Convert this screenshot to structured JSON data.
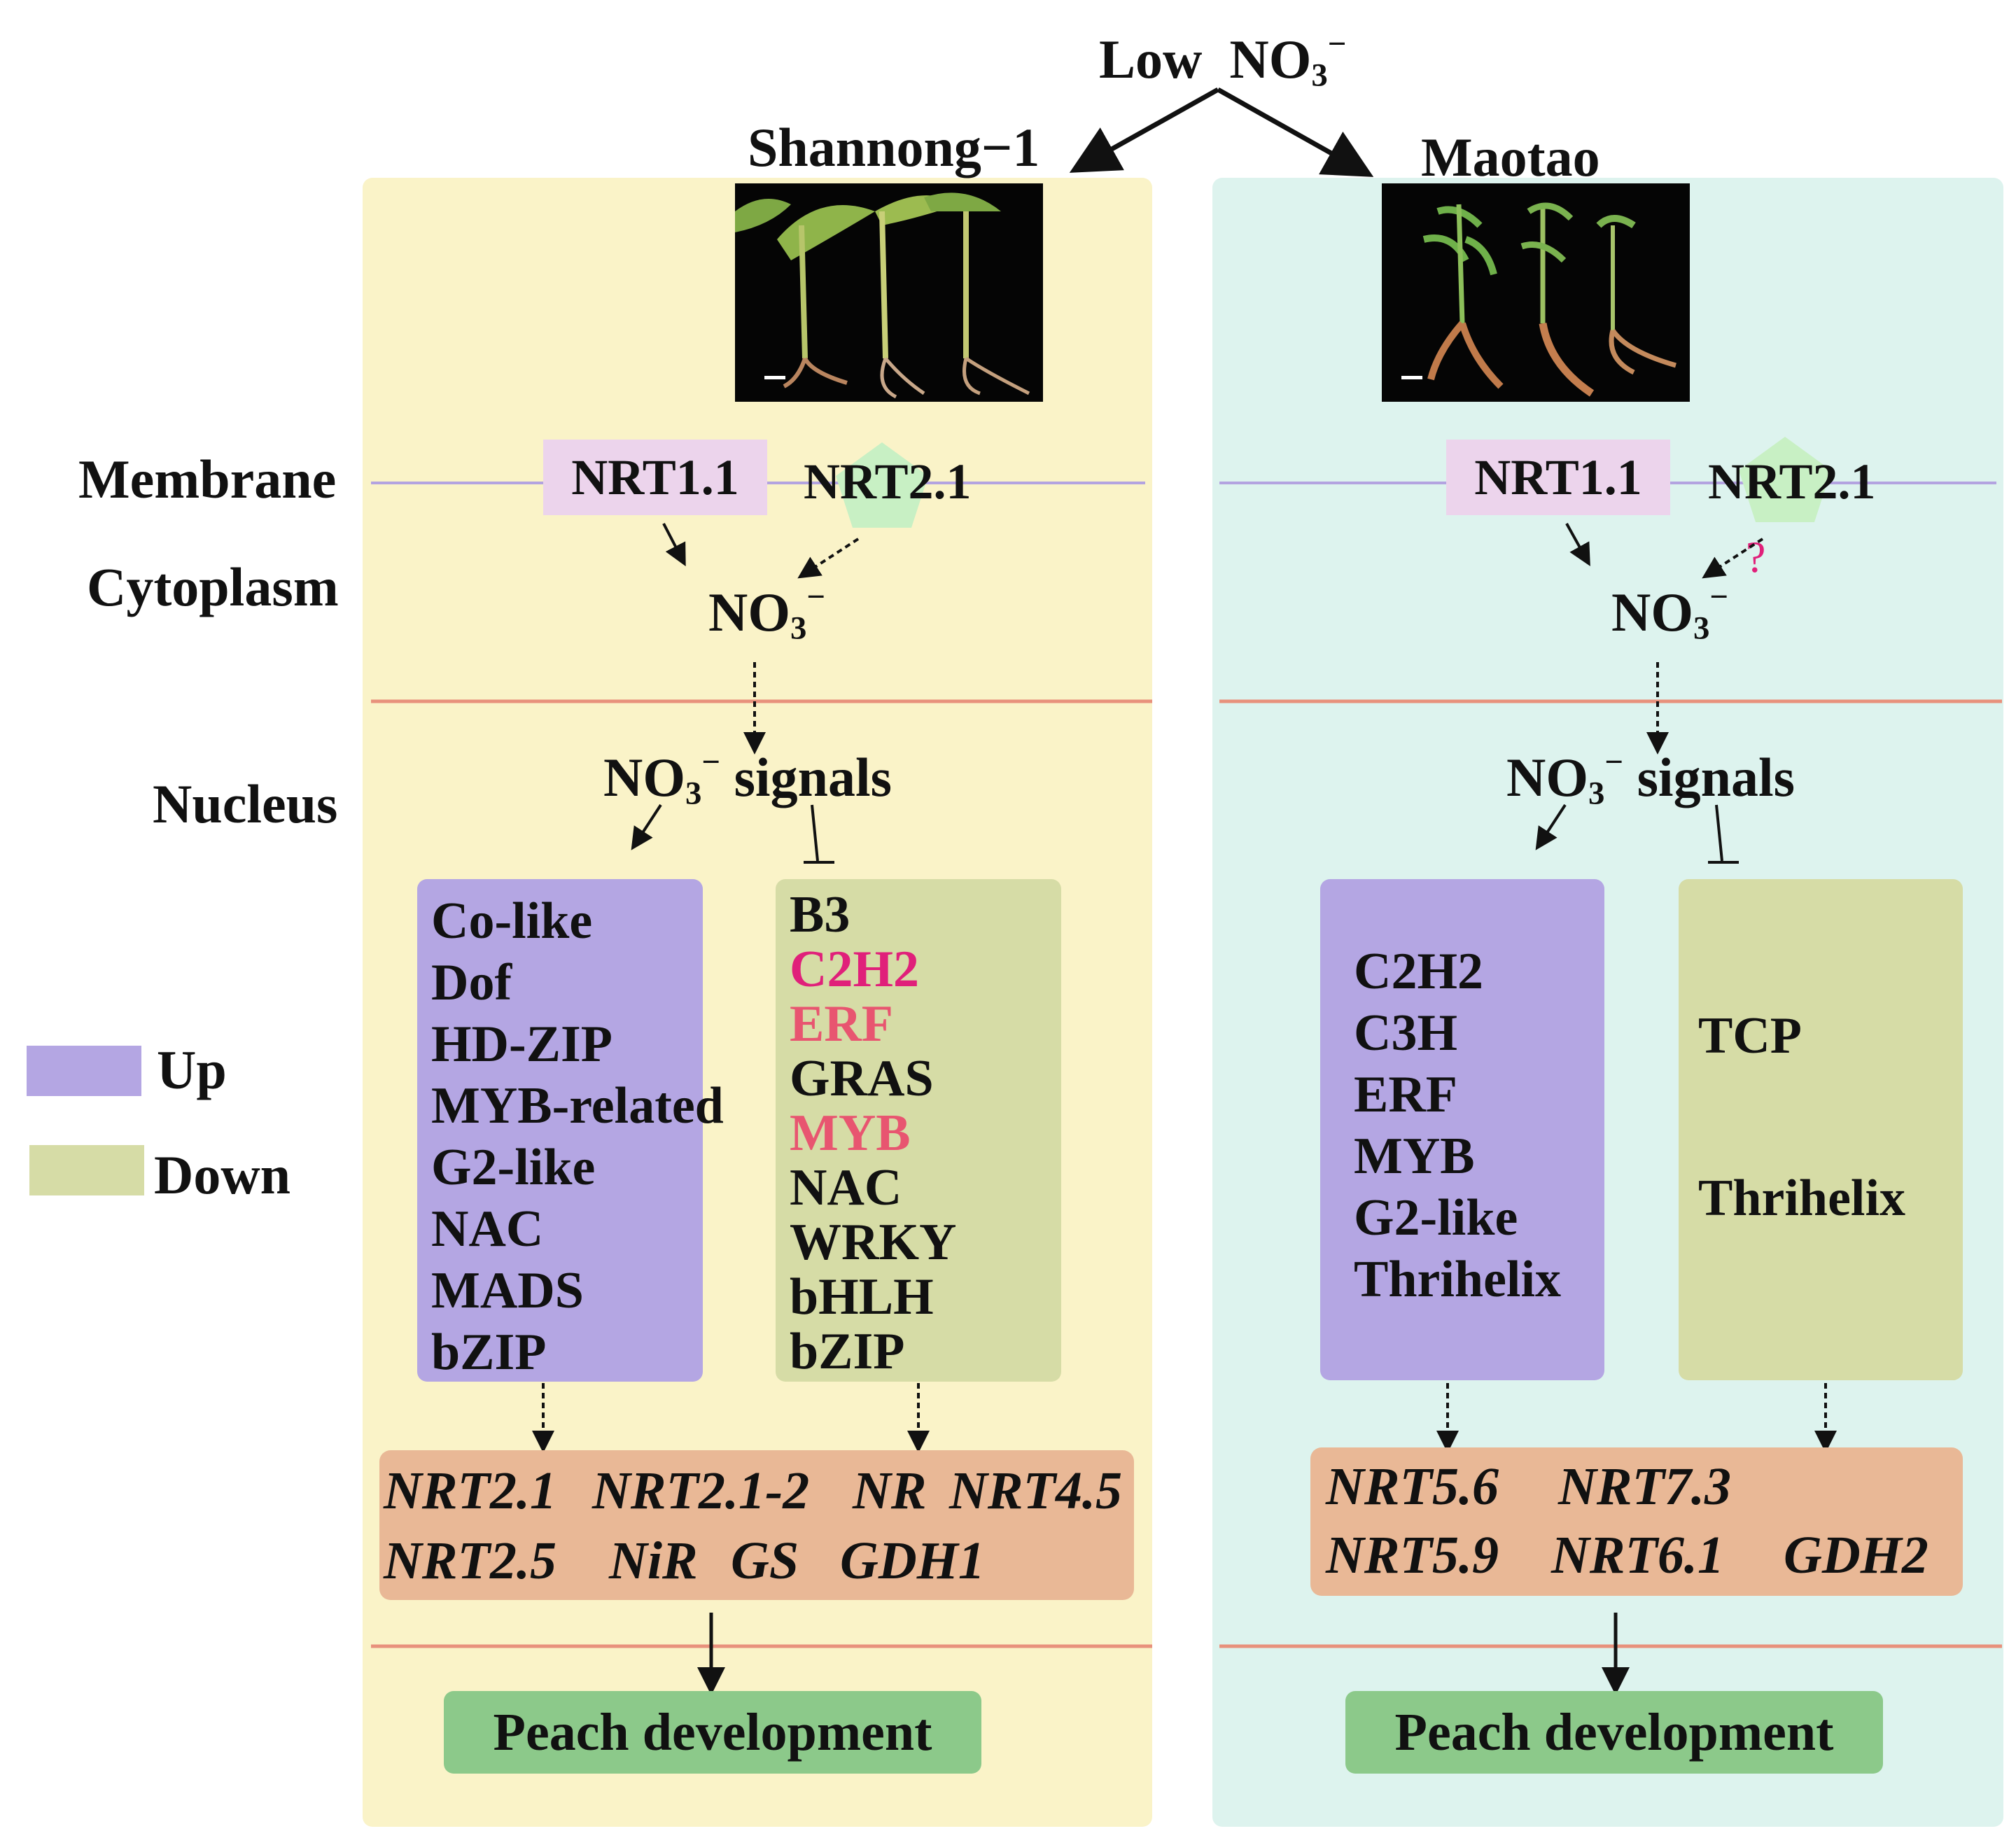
{
  "top": {
    "low_label": "Low",
    "no3": "NO",
    "sub3": "3",
    "sup_minus": "−"
  },
  "left": {
    "title": "Shannong−1",
    "membrane_t1": "NRT1.1",
    "membrane_t2": "NRT2.1",
    "no3": "NO",
    "sub3": "3",
    "sup_minus": "−",
    "signals": "signals",
    "up_tfs": [
      "Co-like",
      "Dof",
      "HD-ZIP",
      "MYB-related",
      "G2-like",
      "NAC",
      "MADS",
      "bZIP"
    ],
    "down_tfs": [
      "B3",
      "C2H2",
      "ERF",
      "GRAS",
      "MYB",
      "NAC",
      "WRKY",
      "bHLH",
      "bZIP"
    ],
    "genes_row1": [
      "NRT2.1",
      "NRT2.1-2",
      "NR",
      "NRT4.5"
    ],
    "genes_row2": [
      "NRT2.5",
      "NiR",
      "GS",
      "GDH1"
    ],
    "dev": "Peach development"
  },
  "right": {
    "title": "Maotao",
    "membrane_t1": "NRT1.1",
    "membrane_t2": "NRT2.1",
    "question": "?",
    "no3": "NO",
    "sub3": "3",
    "sup_minus": "−",
    "signals": "signals",
    "up_tfs": [
      "C2H2",
      "C3H",
      "ERF",
      "MYB",
      "G2-like",
      "Thrihelix"
    ],
    "down_tfs": [
      "TCP",
      "Thrihelix"
    ],
    "genes_row1": [
      "NRT5.6",
      "NRT7.3"
    ],
    "genes_row2": [
      "NRT5.9",
      "NRT6.1",
      "GDH2"
    ],
    "dev": "Peach development"
  },
  "labels": {
    "membrane": "Membrane",
    "cytoplasm": "Cytoplasm",
    "nucleus": "Nucleus"
  },
  "legend": {
    "up": "Up",
    "down": "Down"
  },
  "colors": {
    "left_panel": "#faf3c8",
    "right_panel": "#ddf3ee",
    "up": "#b4a6e3",
    "down": "#d6dca6",
    "gene_box": "#e9b896",
    "dev_box": "#8cc98a",
    "highlight": "#e0207a",
    "highlight_alt": "#e85570",
    "membrane_line": "#b3a3e0",
    "divider": "#e8917c"
  }
}
